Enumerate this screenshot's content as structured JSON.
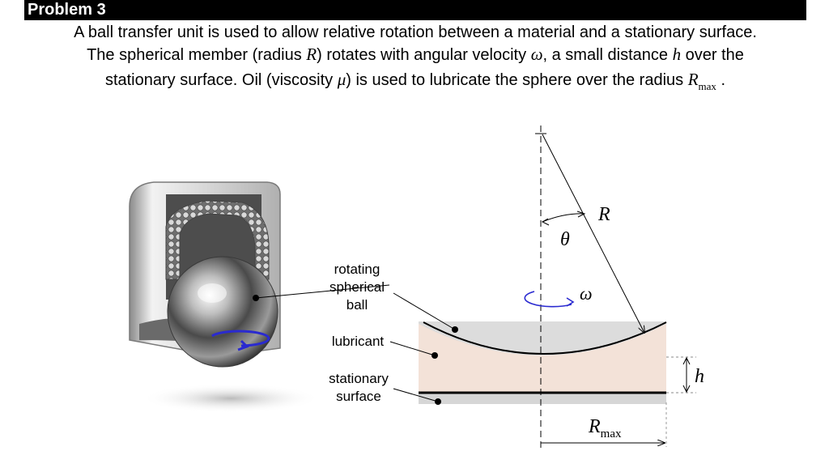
{
  "problem_label": "Problem 3",
  "description": {
    "line1": "A ball transfer unit is used to allow relative rotation between a material and a stationary surface.",
    "line2_a": "The spherical member (radius",
    "line2_R": "R",
    "line2_b": ") rotates with angular velocity",
    "line2_omega": "ω",
    "line2_c": ", a small distance",
    "line2_h": "h",
    "line2_d": "over the",
    "line3_a": "stationary surface. Oil (viscosity",
    "line3_mu": "μ",
    "line3_b": ") is used to lubricate the sphere over the radius",
    "line3_R": "R",
    "line3_sub": "max",
    "line3_end": "."
  },
  "callouts": {
    "ball_line1": "rotating",
    "ball_line2": "spherical",
    "ball_line3": "ball",
    "lubricant": "lubricant",
    "surface_line1": "stationary",
    "surface_line2": "surface"
  },
  "diagram_labels": {
    "R": "R",
    "theta": "θ",
    "omega": "ω",
    "h": "h",
    "Rmax_main": "R",
    "Rmax_sub": "max"
  },
  "colors": {
    "title_bg": "#000000",
    "title_text": "#ffffff",
    "lubricant_fill": "#f3e2d8",
    "gap_fill": "#dcdcdc",
    "rotation_arrow": "#2a2ad0"
  }
}
